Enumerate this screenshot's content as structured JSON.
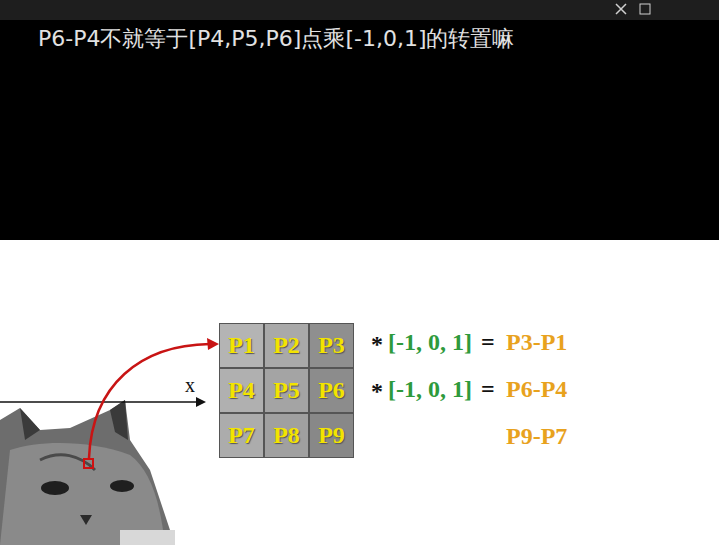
{
  "diagram": {
    "nodes": [
      {
        "text": [
          "P1"
        ]
      },
      {
        "text": [
          "P2"
        ]
      },
      {
        "text": [
          "P3"
        ]
      },
      {
        "text": [
          "P4"
        ]
      },
      {
        "text": [
          "P5"
        ]
      },
      {
        "text": [
          "P6"
        ]
      },
      {
        "text": [
          "P7"
        ]
      },
      {
        "text": [
          "P8"
        ]
      },
      {
        "text": [
          "P9"
        ]
      }
    ],
    "labels": [
      "P6-P4不就等于[P4,P5,P6]点乘[-1,0,1]的转置嘛",
      "x",
      "*",
      "[-1, 0, 1]",
      "=",
      "P3-P1",
      "*",
      "[-1, 0, 1]",
      "=",
      "P6-P4",
      "P9-P7"
    ]
  }
}
